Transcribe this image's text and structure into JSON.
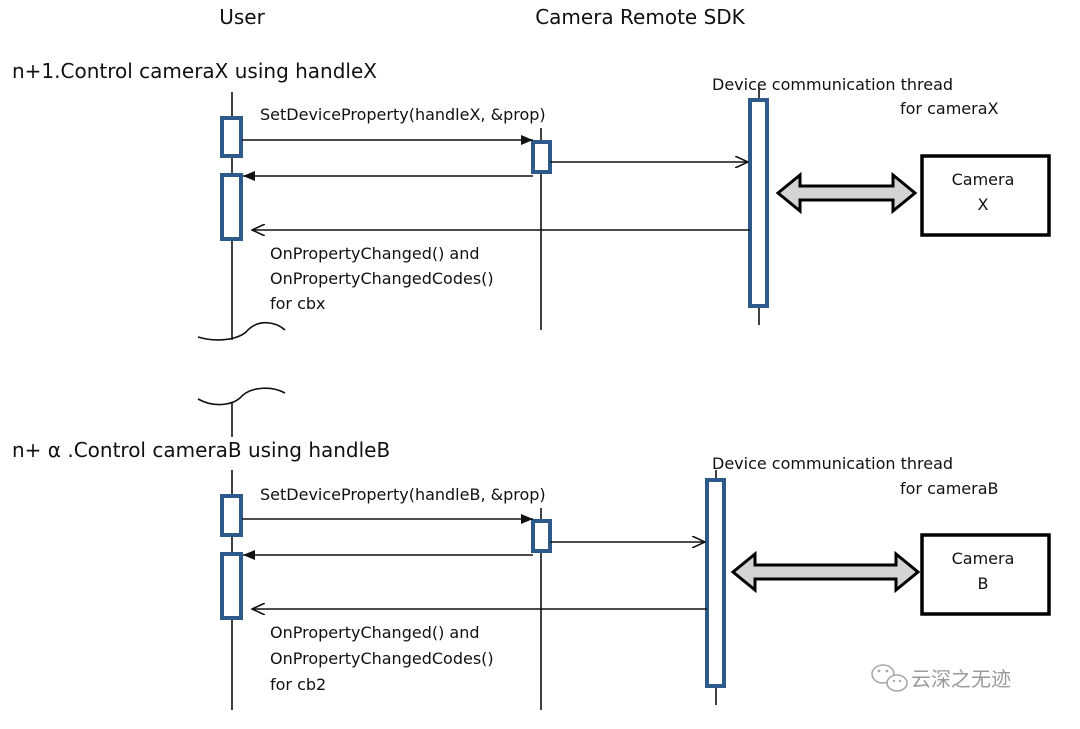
{
  "headers": {
    "user": "User",
    "sdk": "Camera Remote SDK"
  },
  "sections": [
    {
      "title": "n+1.Control cameraX using handleX",
      "call": "SetDeviceProperty(handleX, &prop)",
      "thread_line1": "Device communication thread",
      "thread_line2": "for cameraX",
      "callback_line1": "OnPropertyChanged() and",
      "callback_line2": "OnPropertyChangedCodes()",
      "callback_line3": "for cbx",
      "camera_line1": "Camera",
      "camera_line2": "X"
    },
    {
      "title": "n+ α .Control cameraB using handleB",
      "call": "SetDeviceProperty(handleB, &prop)",
      "thread_line1": "Device communication thread",
      "thread_line2": "for cameraB",
      "callback_line1": "OnPropertyChanged()  and",
      "callback_line2": "OnPropertyChangedCodes()",
      "callback_line3": "for cb2",
      "camera_line1": "Camera",
      "camera_line2": "B"
    }
  ],
  "watermark": {
    "text": "云深之无迹",
    "icon": "wechat-icon"
  },
  "colors": {
    "activation": "#2d5a8a",
    "arrow_fill": "#d4d4d4"
  }
}
